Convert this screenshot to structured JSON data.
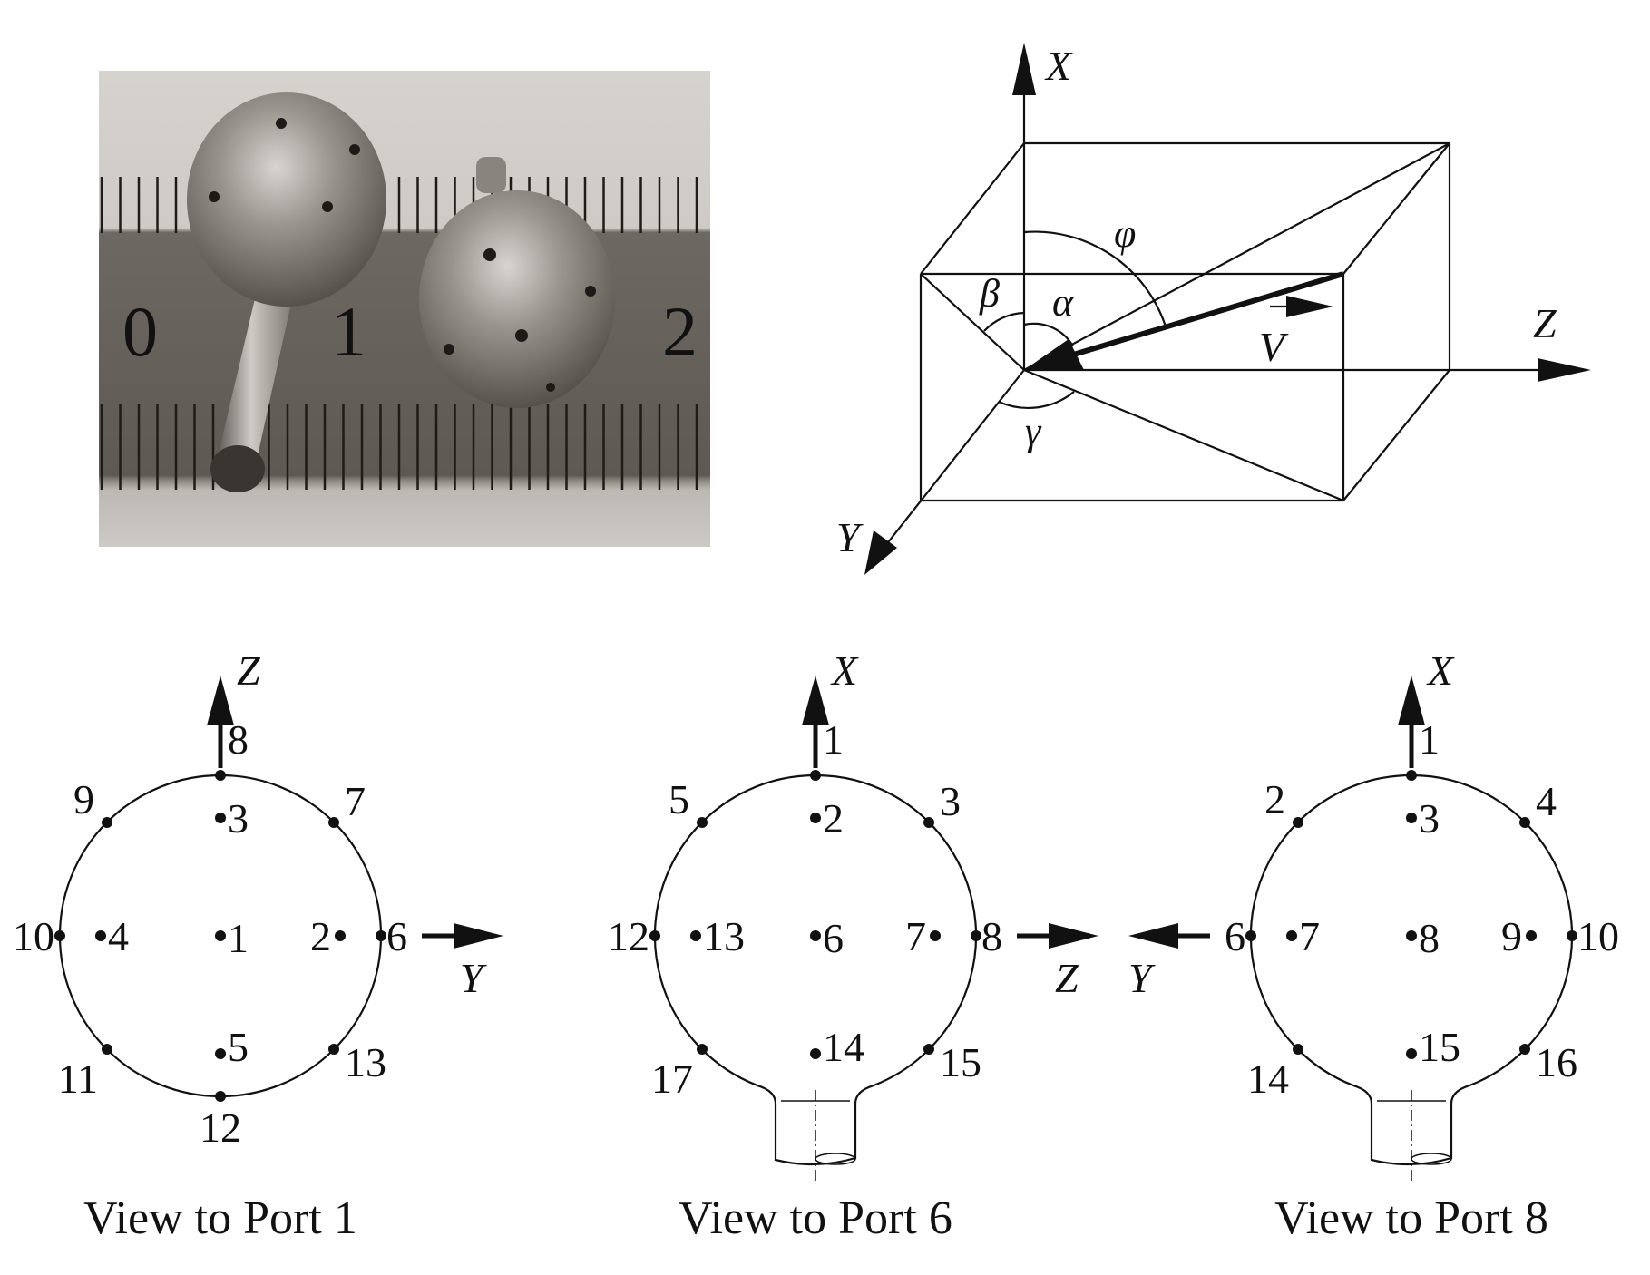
{
  "photo": {
    "description": "Photograph of two spherical multi-hole pressure probes on a ruler",
    "ruler_marks": [
      "0",
      "1",
      "2"
    ]
  },
  "coordinate_diagram": {
    "axes": {
      "x": "X",
      "y": "Y",
      "z": "Z"
    },
    "angles": {
      "alpha": "α",
      "beta": "β",
      "gamma": "γ",
      "phi": "φ"
    },
    "vector": "V"
  },
  "views": [
    {
      "caption": "View to Port 1",
      "axis_up": "Z",
      "axis_side": "Y",
      "side_direction": "right",
      "has_stem": false,
      "ports": [
        {
          "n": "8",
          "pos": "top-rim"
        },
        {
          "n": "9",
          "pos": "upper-left-rim"
        },
        {
          "n": "7",
          "pos": "upper-right-rim"
        },
        {
          "n": "3",
          "pos": "upper-inner"
        },
        {
          "n": "10",
          "pos": "left-rim"
        },
        {
          "n": "4",
          "pos": "left-inner"
        },
        {
          "n": "1",
          "pos": "center"
        },
        {
          "n": "2",
          "pos": "right-inner"
        },
        {
          "n": "6",
          "pos": "right-rim"
        },
        {
          "n": "11",
          "pos": "lower-left-rim"
        },
        {
          "n": "5",
          "pos": "lower-inner"
        },
        {
          "n": "13",
          "pos": "lower-right-rim"
        },
        {
          "n": "12",
          "pos": "bottom-rim"
        }
      ]
    },
    {
      "caption": "View to Port 6",
      "axis_up": "X",
      "axis_side": "Z",
      "side_direction": "right",
      "has_stem": true,
      "ports": [
        {
          "n": "1",
          "pos": "top-rim"
        },
        {
          "n": "5",
          "pos": "upper-left-rim"
        },
        {
          "n": "3",
          "pos": "upper-right-rim"
        },
        {
          "n": "2",
          "pos": "upper-inner"
        },
        {
          "n": "12",
          "pos": "left-rim"
        },
        {
          "n": "13",
          "pos": "left-inner"
        },
        {
          "n": "6",
          "pos": "center"
        },
        {
          "n": "7",
          "pos": "right-inner"
        },
        {
          "n": "8",
          "pos": "right-rim"
        },
        {
          "n": "17",
          "pos": "lower-left-rim"
        },
        {
          "n": "14",
          "pos": "lower-inner"
        },
        {
          "n": "15",
          "pos": "lower-right-rim"
        }
      ]
    },
    {
      "caption": "View to Port 8",
      "axis_up": "X",
      "axis_side": "Y",
      "side_direction": "left",
      "has_stem": true,
      "ports": [
        {
          "n": "1",
          "pos": "top-rim"
        },
        {
          "n": "2",
          "pos": "upper-left-rim"
        },
        {
          "n": "4",
          "pos": "upper-right-rim"
        },
        {
          "n": "3",
          "pos": "upper-inner"
        },
        {
          "n": "6",
          "pos": "left-rim"
        },
        {
          "n": "7",
          "pos": "left-inner"
        },
        {
          "n": "8",
          "pos": "center"
        },
        {
          "n": "9",
          "pos": "right-inner"
        },
        {
          "n": "10",
          "pos": "right-rim"
        },
        {
          "n": "14",
          "pos": "lower-left-rim"
        },
        {
          "n": "15",
          "pos": "lower-inner"
        },
        {
          "n": "16",
          "pos": "lower-right-rim"
        }
      ]
    }
  ]
}
